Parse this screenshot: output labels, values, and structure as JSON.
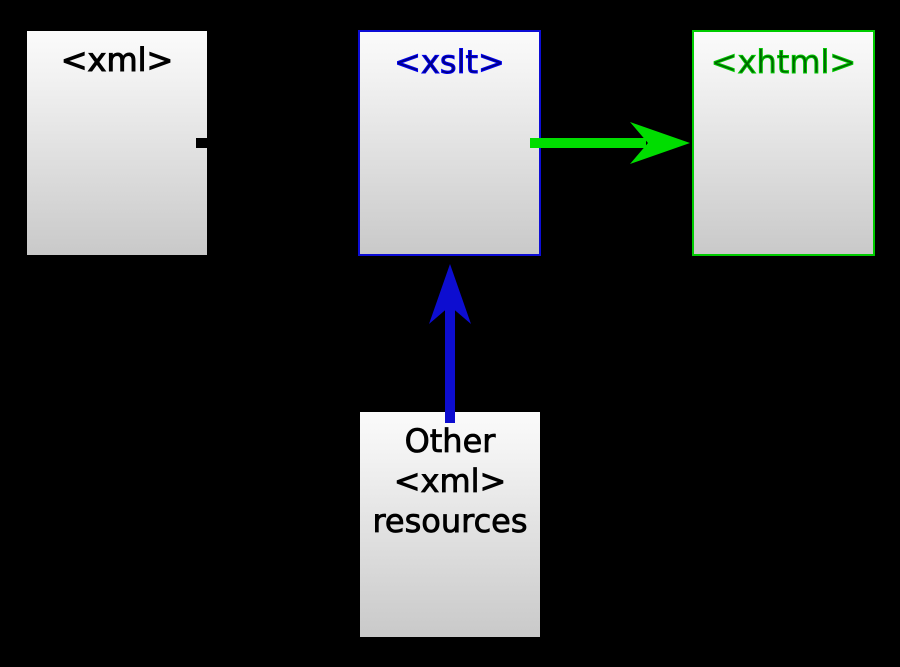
{
  "diagram": {
    "background_color": "#000000",
    "box_fill_top": "#fbfbfb",
    "box_fill_bottom": "#c9c9c9",
    "nodes": {
      "xml": {
        "label": "<xml>",
        "text_color": "#000000",
        "text_outline_color": "#000000",
        "border_color": "none"
      },
      "xslt": {
        "label": "<xslt>",
        "text_color": "#000080",
        "text_outline_color": "#0000ee",
        "border_color": "#0d0dd6"
      },
      "xhtml": {
        "label": "<xhtml>",
        "text_color": "#006400",
        "text_outline_color": "#00c800",
        "border_color": "#00cc00"
      },
      "resources": {
        "label_lines": [
          "Other",
          "<xml>",
          "resources"
        ],
        "text_color": "#000000",
        "text_outline_color": "#000000",
        "border_color": "none"
      }
    },
    "arrows": {
      "xml_to_xslt": {
        "from": "xml",
        "to": "xslt",
        "direction": "right",
        "color": "#000000"
      },
      "xslt_to_xhtml": {
        "from": "xslt",
        "to": "xhtml",
        "direction": "right",
        "color": "#00dd00"
      },
      "resources_to_xslt": {
        "from": "resources",
        "to": "xslt",
        "direction": "up",
        "color": "#0d0dd0"
      }
    }
  }
}
